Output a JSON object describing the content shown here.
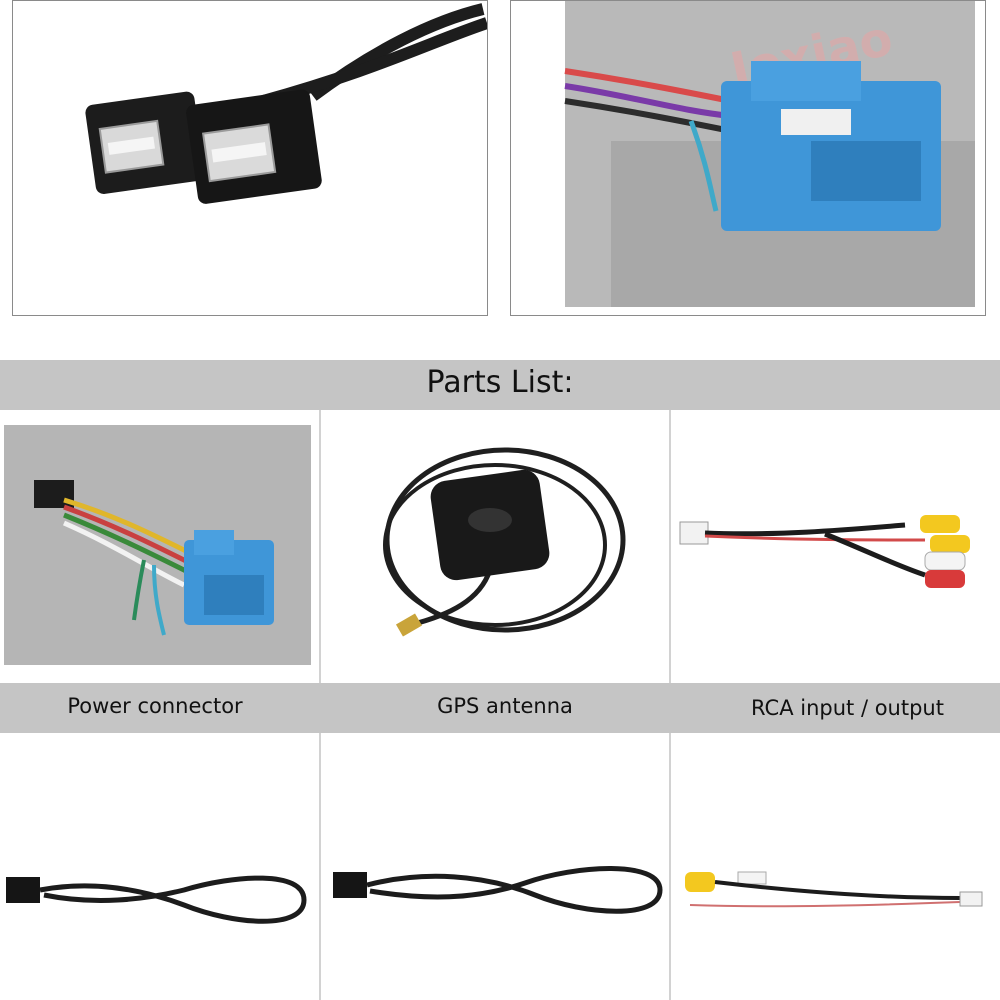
{
  "header": {
    "title": "Parts List:"
  },
  "watermark": "Joxiao",
  "parts": [
    {
      "label": "Power connector"
    },
    {
      "label": "GPS antenna"
    },
    {
      "label": "RCA input / output"
    }
  ],
  "colors": {
    "band": "#c5c5c5",
    "connector_blue": "#3f96d8",
    "cable_black": "#1b1b1b",
    "rca_yellow": "#f3c81f",
    "rca_red": "#d83a3a",
    "rca_white": "#f4f4f4"
  },
  "icons": [
    "usb-cable-photo",
    "harness-connector-photo",
    "power-connector-photo",
    "gps-antenna-photo",
    "rca-cable-photo",
    "usb-cable-photo",
    "usb-cable-photo",
    "rca-camera-cable-photo"
  ]
}
